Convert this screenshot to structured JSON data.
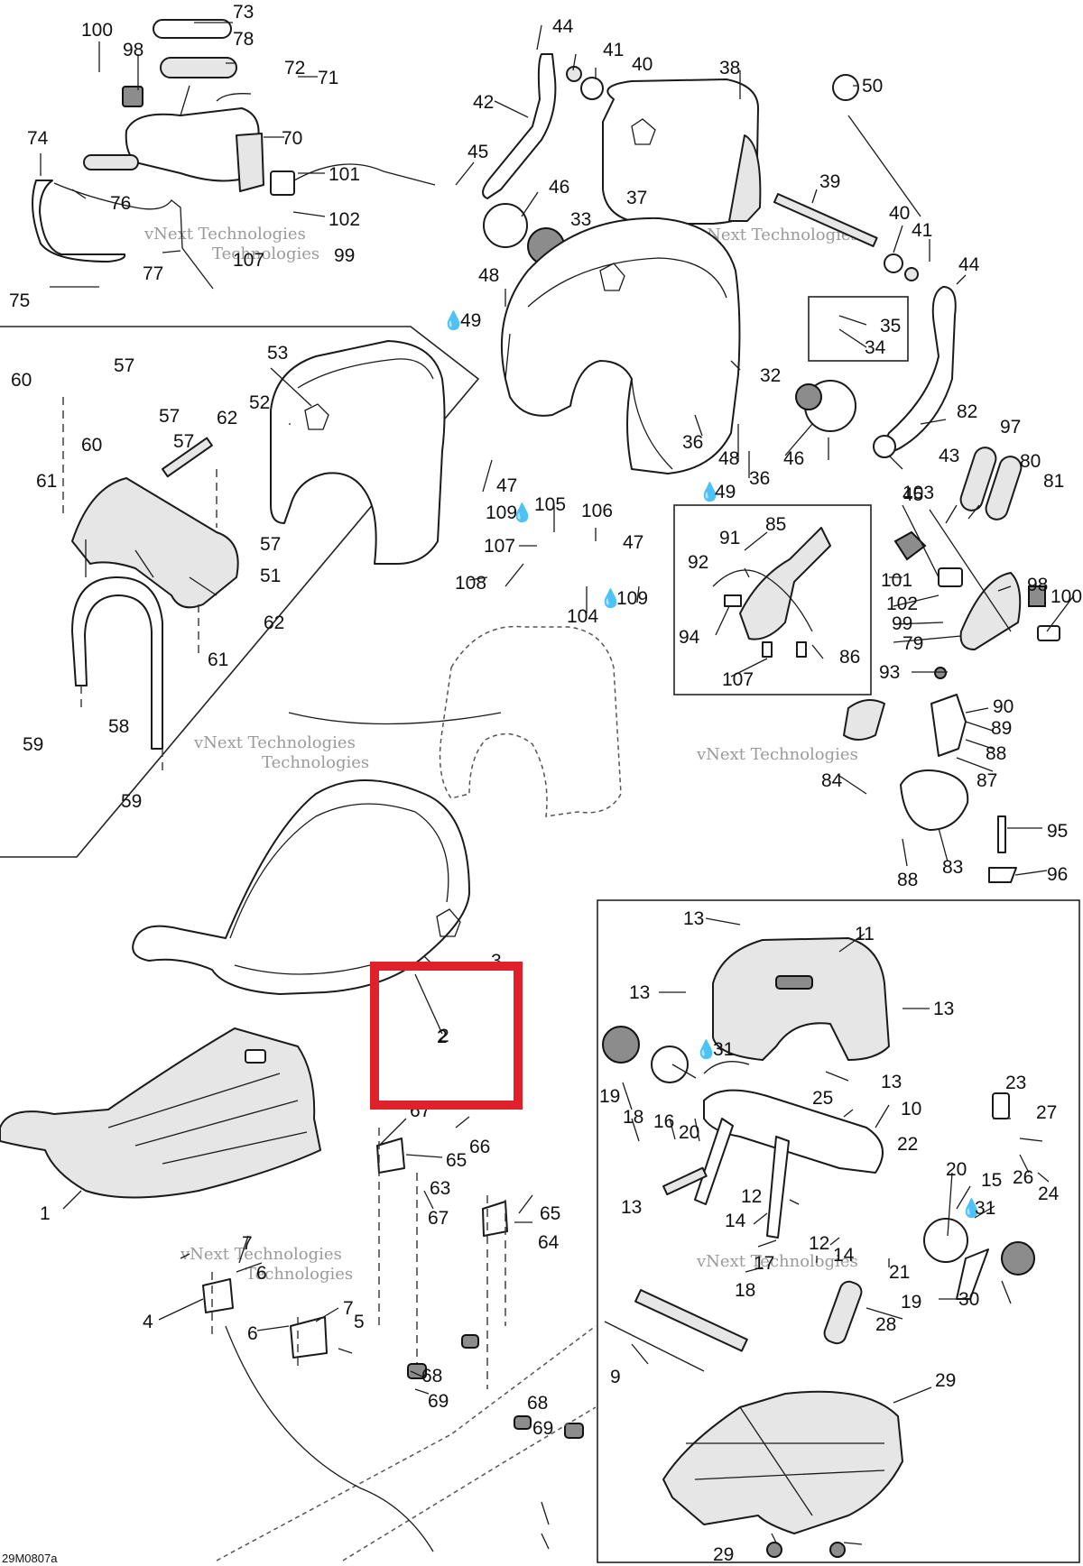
{
  "diagram_code": "29M0807a",
  "watermark": {
    "line1": "vNext Technologies",
    "line2": "Technologies"
  },
  "highlight": {
    "callout": "2",
    "color": "#e0212b"
  },
  "drop_symbol": "💧",
  "callouts": [
    "100",
    "98",
    "73",
    "78",
    "72",
    "71",
    "70",
    "74",
    "76",
    "101",
    "102",
    "107",
    "99",
    "77",
    "75",
    "44",
    "41",
    "40",
    "42",
    "45",
    "46",
    "38",
    "50",
    "37",
    "33",
    "39",
    "40",
    "41",
    "44",
    "48",
    "49",
    "32",
    "35",
    "34",
    "53",
    "52",
    "57",
    "60",
    "57",
    "62",
    "57",
    "60",
    "61",
    "57",
    "51",
    "62",
    "61",
    "58",
    "59",
    "59",
    "36",
    "47",
    "48",
    "36",
    "49",
    "47",
    "43",
    "45",
    "46",
    "105",
    "109",
    "106",
    "107",
    "108",
    "104",
    "109",
    "85",
    "91",
    "92",
    "94",
    "107",
    "86",
    "82",
    "97",
    "80",
    "81",
    "103",
    "101",
    "102",
    "99",
    "79",
    "98",
    "100",
    "93",
    "90",
    "89",
    "88",
    "87",
    "84",
    "83",
    "88",
    "95",
    "96",
    "3",
    "2",
    "1",
    "67",
    "66",
    "65",
    "63",
    "67",
    "65",
    "64",
    "7",
    "6",
    "4",
    "6",
    "7",
    "5",
    "68",
    "69",
    "68",
    "69",
    "13",
    "11",
    "13",
    "13",
    "31",
    "19",
    "18",
    "16",
    "20",
    "13",
    "25",
    "10",
    "22",
    "23",
    "27",
    "26",
    "24",
    "20",
    "15",
    "31",
    "12",
    "14",
    "12",
    "14",
    "13",
    "17",
    "18",
    "21",
    "19",
    "30",
    "28",
    "9",
    "29",
    "29"
  ]
}
